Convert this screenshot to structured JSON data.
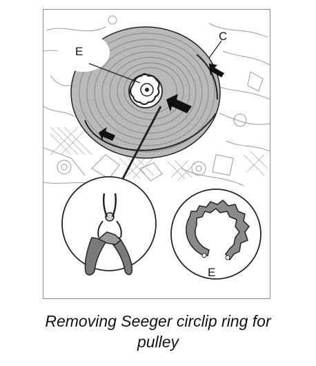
{
  "labels": {
    "pulley_callout": "E",
    "belt_callout": "C",
    "circlip_callout": "E"
  },
  "caption": {
    "line1": "Removing Seeger circlip ring for",
    "line2": "pulley"
  },
  "colors": {
    "line": "#222222",
    "pulley_fill": "#b9b9b9",
    "pulley_rings": "#8f8f8f",
    "background_sketch": "#9a9a9a",
    "tool_fill": "#7a7a7a",
    "frame_border": "#8a8a8a"
  }
}
